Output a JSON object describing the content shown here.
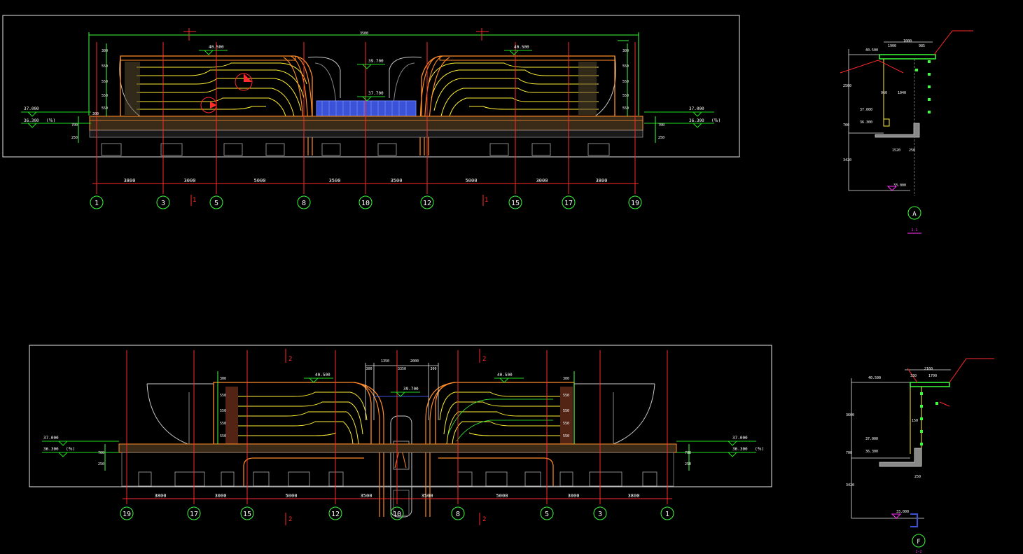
{
  "colors": {
    "background": "#000000",
    "frame": "#e6e6e6",
    "grid_red": "#ff2a2a",
    "dim_green": "#3cff3c",
    "facade_orange": "#ff8c28",
    "strip_yellow": "#ffee33",
    "glass_blue": "#3a52d8",
    "level_green": "#22dd22",
    "text_white": "#ffffff",
    "hatch": "#8a6a40",
    "magenta": "#ff33ff"
  },
  "elevation_1": {
    "label_marker": "1",
    "top_dim": "3500",
    "roof_level_left": "40.500",
    "roof_level_right": "40.500",
    "mid_level_1": "39.700",
    "mid_level_2": "37.700",
    "left_level_top": "37.000",
    "left_level_bottom": "36.300",
    "left_level_note": "(％)",
    "right_level_top": "37.000",
    "right_level_bottom": "36.300",
    "right_level_note": "(％)",
    "side_dims_left": [
      "300",
      "550",
      "550",
      "550",
      "550"
    ],
    "side_dims_right": [
      "300",
      "550",
      "550",
      "550",
      "550"
    ],
    "bottom_side_dims": [
      "300",
      "700",
      "250"
    ],
    "spans": [
      "3800",
      "3000",
      "5000",
      "3500",
      "3500",
      "5000",
      "3000",
      "3800"
    ],
    "axes": [
      "1",
      "3",
      "5",
      "8",
      "10",
      "12",
      "15",
      "17",
      "19"
    ]
  },
  "elevation_2": {
    "label_marker": "2",
    "top_dims": [
      "300",
      "1350",
      "3350",
      "2000",
      "300"
    ],
    "roof_level_left": "40.500",
    "roof_level_right": "40.500",
    "mid_level": "39.700",
    "left_level_top": "37.000",
    "left_level_bottom": "36.300",
    "left_level_note": "(％)",
    "right_level_top": "37.000",
    "right_level_bottom": "36.300",
    "right_level_note": "(％)",
    "side_dims": [
      "300",
      "550",
      "550",
      "550",
      "550"
    ],
    "bottom_side_dims": [
      "700",
      "250"
    ],
    "spans": [
      "3800",
      "3000",
      "5000",
      "3500",
      "3500",
      "5000",
      "3000",
      "3800"
    ],
    "axes": [
      "19",
      "17",
      "15",
      "12",
      "10",
      "8",
      "5",
      "3",
      "1"
    ]
  },
  "section_a": {
    "marker": "A",
    "sub_label": "1-1",
    "top_dims": [
      "1000",
      "1900",
      "985"
    ],
    "dims": [
      "2500",
      "700",
      "1520",
      "250",
      "3420",
      "960",
      "1040"
    ],
    "levels": [
      "40.500",
      "37.000",
      "36.300",
      "33.000"
    ]
  },
  "section_f": {
    "marker": "F",
    "sub_label": "2-2",
    "top_dims": [
      "2160",
      "330",
      "1700"
    ],
    "dims": [
      "3600",
      "700",
      "3420",
      "250",
      "150"
    ],
    "levels": [
      "40.500",
      "37.000",
      "36.300",
      "33.000"
    ]
  }
}
